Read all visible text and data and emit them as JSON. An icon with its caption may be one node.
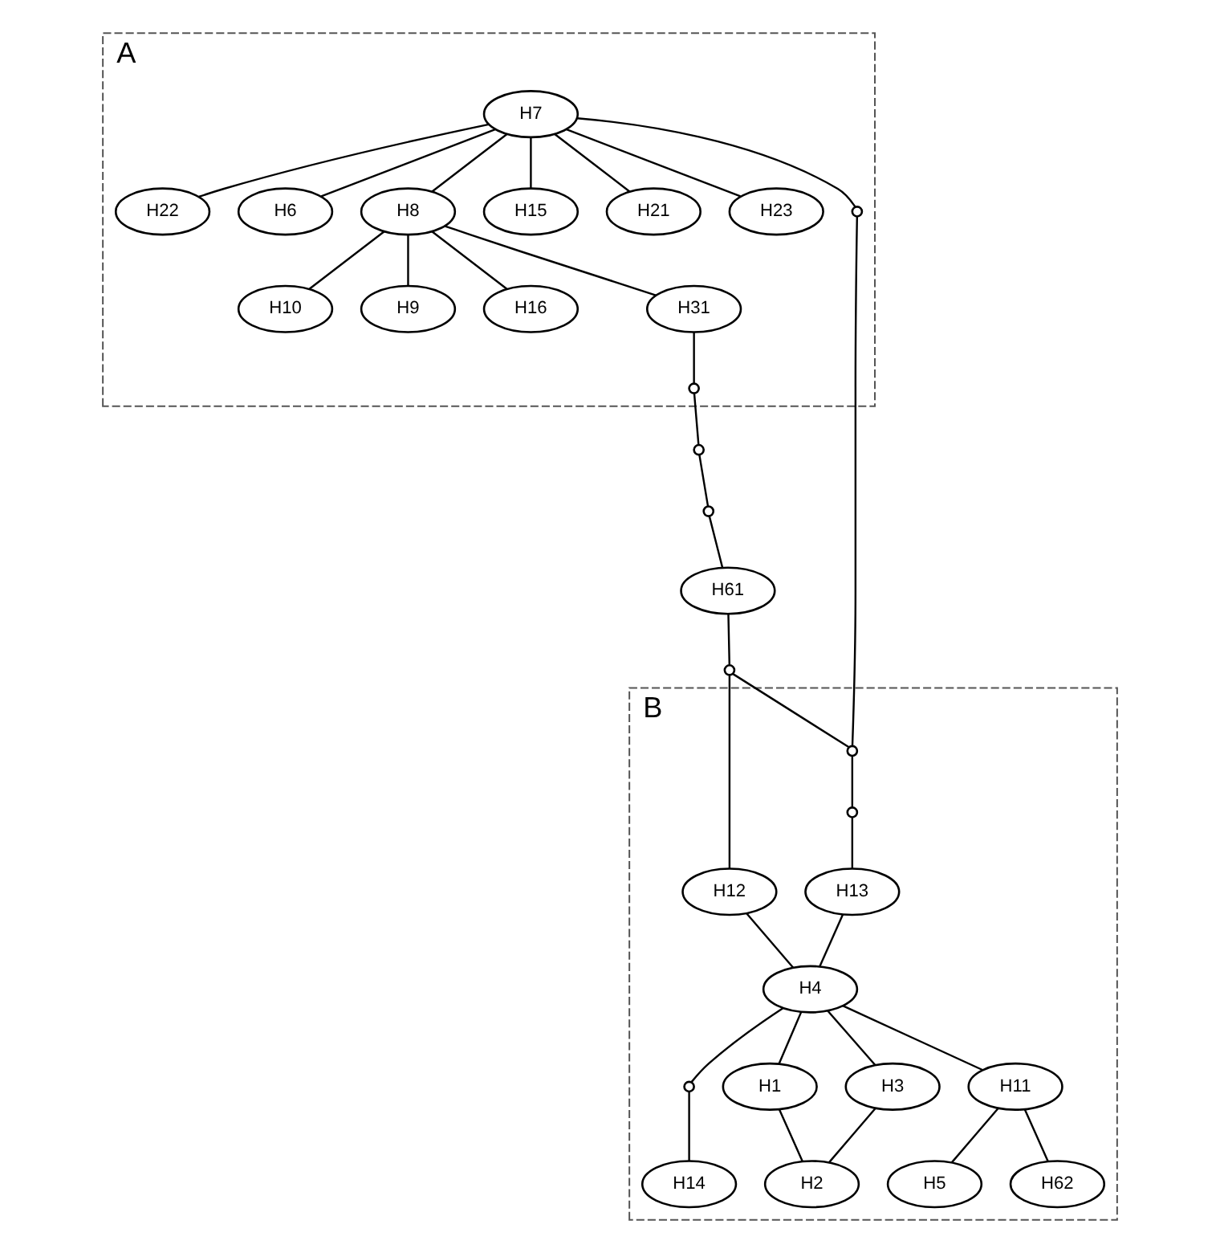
{
  "diagram": {
    "nodes": [
      {
        "text": [
          "A"
        ]
      },
      {
        "text": [
          "H7"
        ],
        "in": 0
      },
      {
        "text": [
          "H22"
        ],
        "in": 0
      },
      {
        "text": [
          "H6"
        ],
        "in": 0
      },
      {
        "text": [
          "H8"
        ],
        "in": 0
      },
      {
        "text": [
          "H15"
        ],
        "in": 0
      },
      {
        "text": [
          "H21"
        ],
        "in": 0
      },
      {
        "text": [
          "H23"
        ],
        "in": 0
      },
      {
        "text": [],
        "shape": "circle",
        "in": 0
      },
      {
        "text": [
          "H10"
        ],
        "in": 0
      },
      {
        "text": [
          "H9"
        ],
        "in": 0
      },
      {
        "text": [
          "H16"
        ],
        "in": 0
      },
      {
        "text": [
          "H31"
        ],
        "in": 0
      },
      {
        "text": [],
        "shape": "circle",
        "in": 0
      },
      {
        "text": [],
        "shape": "circle"
      },
      {
        "text": [],
        "shape": "circle"
      },
      {
        "text": [
          "H61"
        ]
      },
      {
        "text": [],
        "shape": "circle"
      },
      {
        "text": [
          "B"
        ]
      },
      {
        "text": [],
        "shape": "circle",
        "in": 18
      },
      {
        "text": [
          "H12"
        ],
        "in": 18
      },
      {
        "text": [],
        "shape": "circle",
        "in": 18
      },
      {
        "text": [
          "H13"
        ],
        "in": 18
      },
      {
        "text": [
          "H4"
        ],
        "in": 18
      },
      {
        "text": [],
        "shape": "circle",
        "in": 18
      },
      {
        "text": [
          "H1"
        ],
        "in": 18
      },
      {
        "text": [
          "H3"
        ],
        "in": 18
      },
      {
        "text": [
          "H11"
        ],
        "in": 18
      },
      {
        "text": [
          "H14"
        ],
        "in": 18
      },
      {
        "text": [
          "H2"
        ],
        "in": 18
      },
      {
        "text": [
          "H5"
        ],
        "in": 18
      },
      {
        "text": [
          "H62"
        ],
        "in": 18
      }
    ],
    "edges": [
      {
        "from": 1,
        "to": 2,
        "arrow": "none"
      },
      {
        "from": 1,
        "to": 3,
        "arrow": "none"
      },
      {
        "from": 1,
        "to": 4,
        "arrow": "none"
      },
      {
        "from": 1,
        "to": 5,
        "arrow": "none"
      },
      {
        "from": 1,
        "to": 6,
        "arrow": "none"
      },
      {
        "from": 1,
        "to": 7,
        "arrow": "none"
      },
      {
        "from": 1,
        "to": 8,
        "arrow": "none"
      },
      {
        "from": 4,
        "to": 9,
        "arrow": "none"
      },
      {
        "from": 4,
        "to": 10,
        "arrow": "none"
      },
      {
        "from": 4,
        "to": 11,
        "arrow": "none"
      },
      {
        "from": 4,
        "to": 12,
        "arrow": "none"
      },
      {
        "from": 12,
        "to": 13,
        "arrow": "none"
      },
      {
        "from": 13,
        "to": 14,
        "arrow": "none"
      },
      {
        "from": 14,
        "to": 15,
        "arrow": "none"
      },
      {
        "from": 15,
        "to": 16,
        "arrow": "none"
      },
      {
        "from": 16,
        "to": 17,
        "arrow": "none"
      },
      {
        "from": 17,
        "to": 20,
        "arrow": "none"
      },
      {
        "from": 8,
        "to": 19,
        "arrow": "none"
      },
      {
        "from": 17,
        "to": 19,
        "arrow": "none"
      },
      {
        "from": 19,
        "to": 21,
        "arrow": "none"
      },
      {
        "from": 21,
        "to": 22,
        "arrow": "none"
      },
      {
        "from": 22,
        "to": 23,
        "arrow": "none"
      },
      {
        "from": 20,
        "to": 23,
        "arrow": "none"
      },
      {
        "from": 23,
        "to": 24,
        "arrow": "none"
      },
      {
        "from": 23,
        "to": 25,
        "arrow": "none"
      },
      {
        "from": 23,
        "to": 26,
        "arrow": "none"
      },
      {
        "from": 23,
        "to": 27,
        "arrow": "none"
      },
      {
        "from": 24,
        "to": 28,
        "arrow": "none"
      },
      {
        "from": 25,
        "to": 29,
        "arrow": "none"
      },
      {
        "from": 26,
        "to": 29,
        "arrow": "none"
      },
      {
        "from": 27,
        "to": 30,
        "arrow": "none"
      },
      {
        "from": 27,
        "to": 31,
        "arrow": "none"
      }
    ]
  }
}
